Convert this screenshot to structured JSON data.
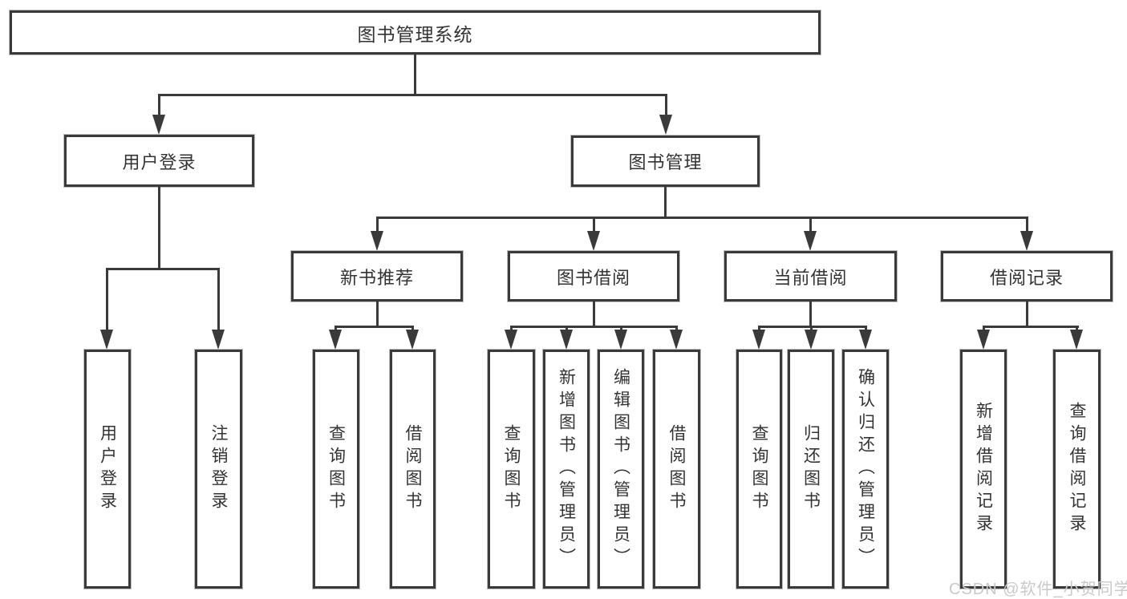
{
  "diagram": {
    "root": {
      "label": "图书管理系统"
    },
    "level2": [
      {
        "label": "用户登录"
      },
      {
        "label": "图书管理"
      }
    ],
    "level3": [
      {
        "label": "新书推荐"
      },
      {
        "label": "图书借阅"
      },
      {
        "label": "当前借阅"
      },
      {
        "label": "借阅记录"
      }
    ],
    "leaves": {
      "login": [
        "用户登录",
        "注销登录"
      ],
      "recommend": [
        "查询图书",
        "借阅图书"
      ],
      "borrow": [
        "查询图书",
        "新增图书（管理员）",
        "编辑图书（管理员）",
        "借阅图书"
      ],
      "current": [
        "查询图书",
        "归还图书",
        "确认归还（管理员）"
      ],
      "records": [
        "新增借阅记录",
        "查询借阅记录"
      ]
    }
  },
  "watermark": {
    "text": "CSDN @软件_小贺同学"
  },
  "colors": {
    "line": "#3a3a3a",
    "text": "#333333",
    "background": "#ffffff",
    "watermark": "#c9c9c9"
  }
}
